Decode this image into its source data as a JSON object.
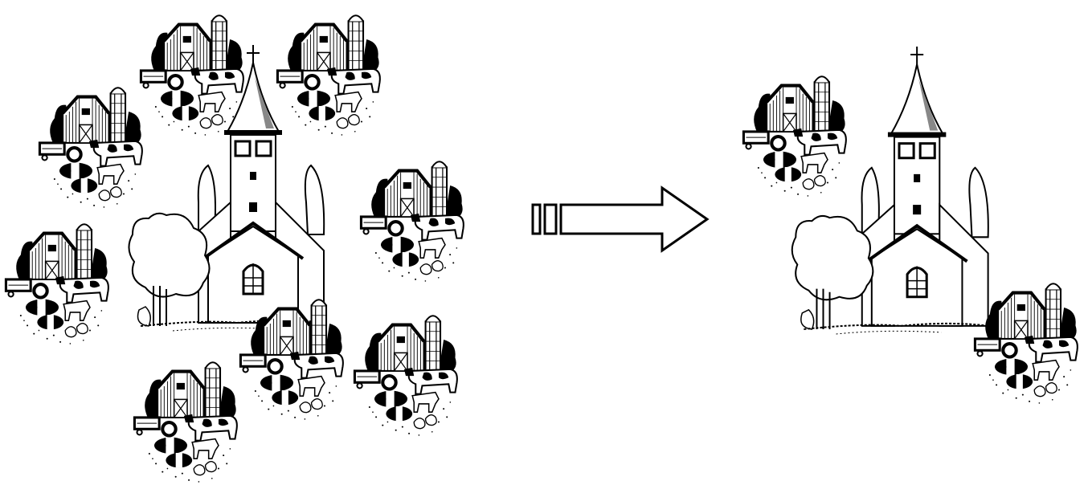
{
  "scene": {
    "left_group": {
      "farm_count": 8,
      "church_count": 1
    },
    "right_group": {
      "farm_count": 2,
      "church_count": 1
    }
  },
  "icons": {
    "farm": "farm-icon",
    "church": "church-icon",
    "arrow": "right-arrow-icon"
  },
  "colors": {
    "ink": "#000000",
    "background": "#ffffff",
    "grey": "#888888"
  }
}
